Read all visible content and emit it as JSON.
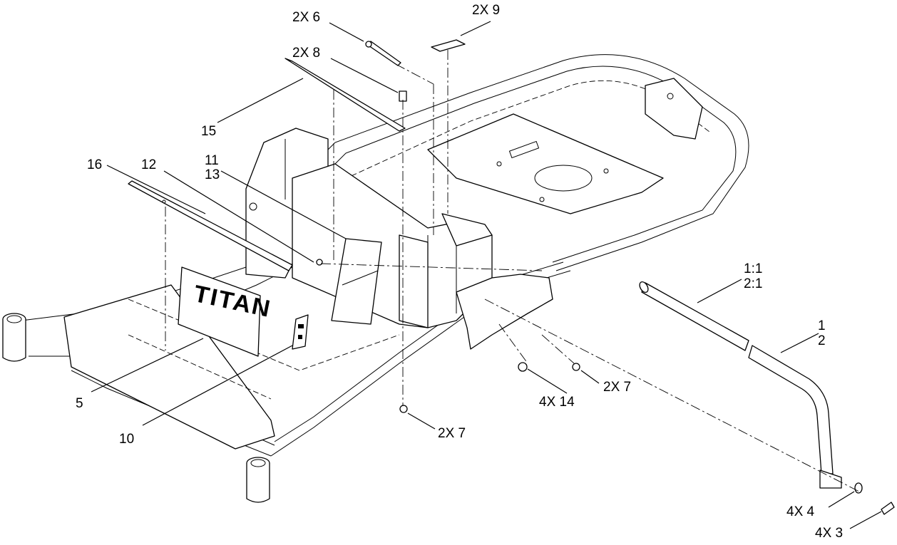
{
  "callouts": {
    "c_2x6": "2X 6",
    "c_2x9": "2X 9",
    "c_2x8": "2X 8",
    "c_15": "15",
    "c_16": "16",
    "c_12": "12",
    "c_11": "11",
    "c_13": "13",
    "c_1_1": "1:1",
    "c_2_1": "2:1",
    "c_1": "1",
    "c_2": "2",
    "c_5": "5",
    "c_10": "10",
    "c_4x14": "4X 14",
    "c_2x7_right": "2X 7",
    "c_2x7_bottom": "2X 7",
    "c_4x4": "4X 4",
    "c_4x3": "4X 3"
  },
  "panel": {
    "brand": "TITAN"
  }
}
